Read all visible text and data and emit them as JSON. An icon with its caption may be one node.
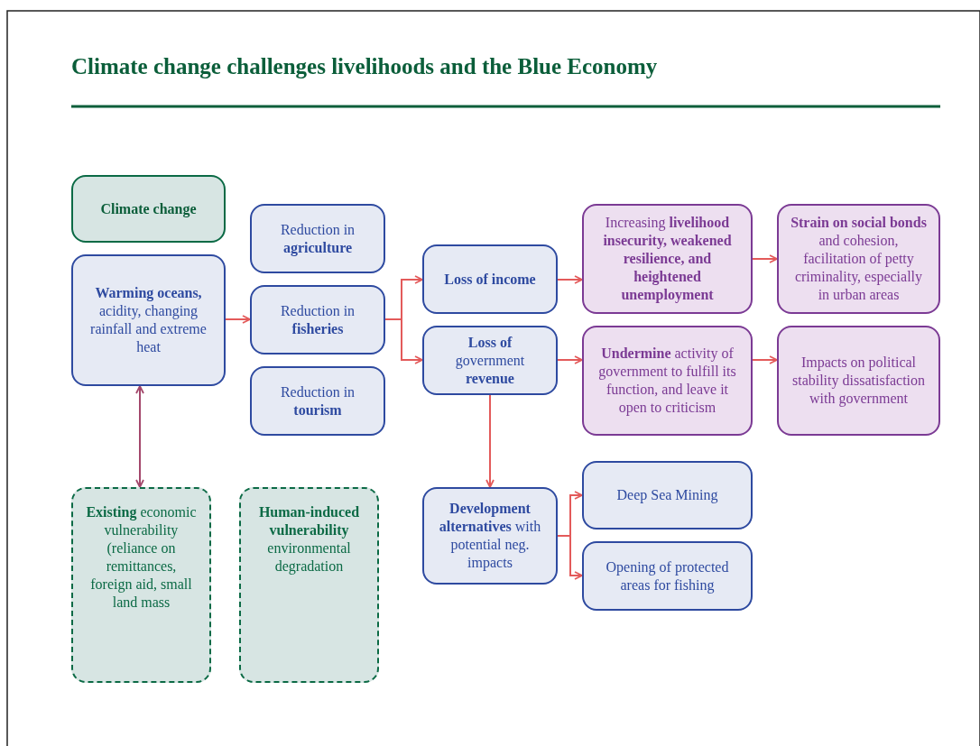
{
  "diagram": {
    "title": "Climate change challenges livelihoods and the Blue Economy",
    "nodes": [
      {
        "text": [
          "Climate change"
        ]
      },
      {
        "text": [
          "**Warming oceans,** acidity, changing rainfall and extreme heat"
        ]
      },
      {
        "text": [
          "Reduction in **agriculture**"
        ]
      },
      {
        "text": [
          "Reduction in **fisheries**"
        ]
      },
      {
        "text": [
          "Reduction in **tourism**"
        ]
      },
      {
        "text": [
          "Loss of income"
        ]
      },
      {
        "text": [
          "**Loss of** government **revenue**"
        ]
      },
      {
        "text": [
          "Increasing **livelihood insecurity, weakened resilience, and heightened unemployment**"
        ]
      },
      {
        "text": [
          "**Strain on social bonds** and cohesion, facilitation of petty criminality, especially in urban areas"
        ]
      },
      {
        "text": [
          "**Undermine** activity of government to fulfill its function, and leave it open to criticism"
        ]
      },
      {
        "text": [
          "Impacts on political stability dissatisfaction with government"
        ]
      },
      {
        "text": [
          "**Development alternatives** with potential neg. impacts"
        ]
      },
      {
        "text": [
          "Deep Sea Mining"
        ]
      },
      {
        "text": [
          "Opening of protected areas for fishing"
        ]
      },
      {
        "text": [
          "**Existing** economic vulnerability (reliance on remittances, foreign aid, small land mass"
        ]
      },
      {
        "text": [
          "**Human-induced vulnerability** environmental degradation"
        ]
      }
    ],
    "edges": [
      {
        "from": 1,
        "to": 3,
        "arrow": "to"
      },
      {
        "from": 3,
        "to": 5,
        "arrow": "to"
      },
      {
        "from": 3,
        "to": 6,
        "arrow": "to"
      },
      {
        "from": 5,
        "to": 7,
        "arrow": "to"
      },
      {
        "from": 7,
        "to": 8,
        "arrow": "to"
      },
      {
        "from": 6,
        "to": 9,
        "arrow": "to"
      },
      {
        "from": 9,
        "to": 10,
        "arrow": "to"
      },
      {
        "from": 6,
        "to": 11,
        "arrow": "to"
      },
      {
        "from": 11,
        "to": 12,
        "arrow": "to"
      },
      {
        "from": 11,
        "to": 13,
        "arrow": "to"
      },
      {
        "from": 14,
        "to": 1,
        "arrow": "both",
        "color": "#a3476b"
      }
    ]
  }
}
